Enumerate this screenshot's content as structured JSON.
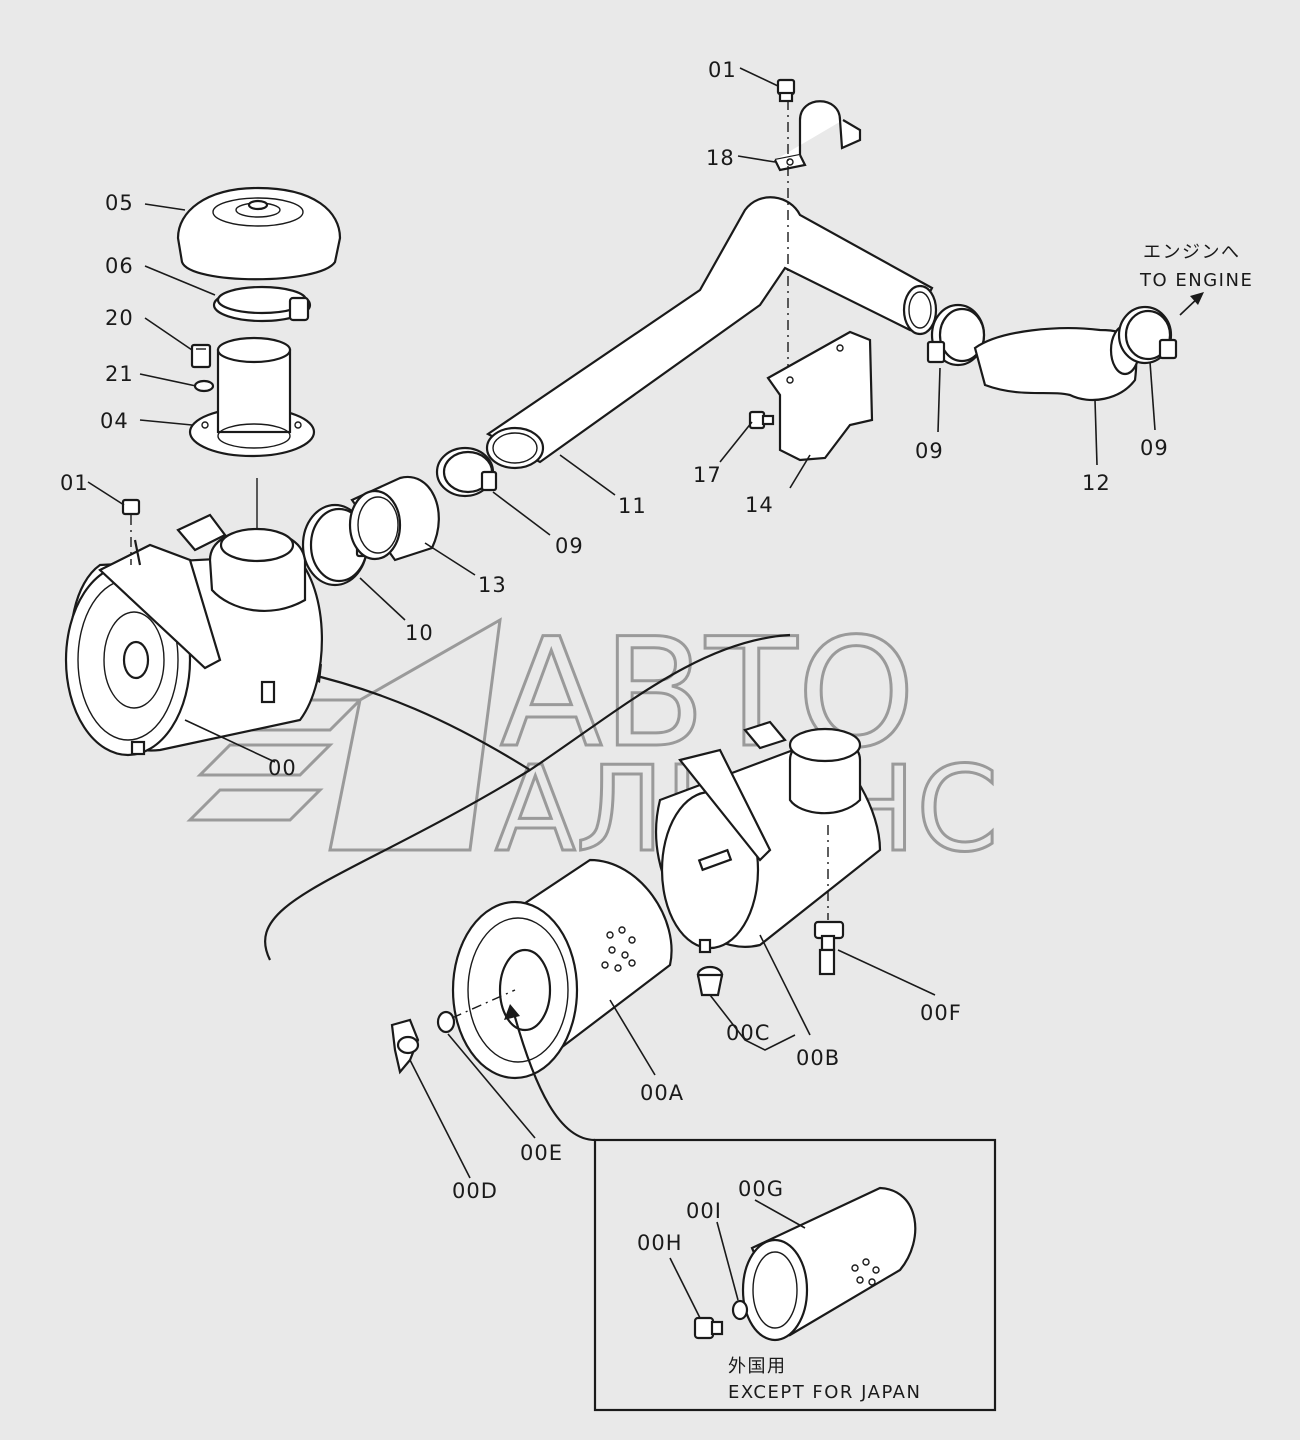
{
  "watermark": {
    "line1": "АВТО",
    "line2": "АЛЬЯНС"
  },
  "direction_note": {
    "japanese": "エンジンへ",
    "english": "TO ENGINE"
  },
  "inset_note": {
    "japanese": "外国用",
    "english": "EXCEPT FOR JAPAN"
  },
  "callouts": {
    "c01_top": "01",
    "c18": "18",
    "c05": "05",
    "c06": "06",
    "c20": "20",
    "c21": "21",
    "c04": "04",
    "c01_left": "01",
    "c11": "11",
    "c14": "14",
    "c17": "17",
    "c09_a": "09",
    "c09_b": "09",
    "c09_c": "09",
    "c12": "12",
    "c13": "13",
    "c10": "10",
    "c00": "00",
    "c00A": "00A",
    "c00B": "00B",
    "c00C": "00C",
    "c00D": "00D",
    "c00E": "00E",
    "c00F": "00F",
    "c00G": "00G",
    "c00H": "00H",
    "c00I": "00I"
  }
}
